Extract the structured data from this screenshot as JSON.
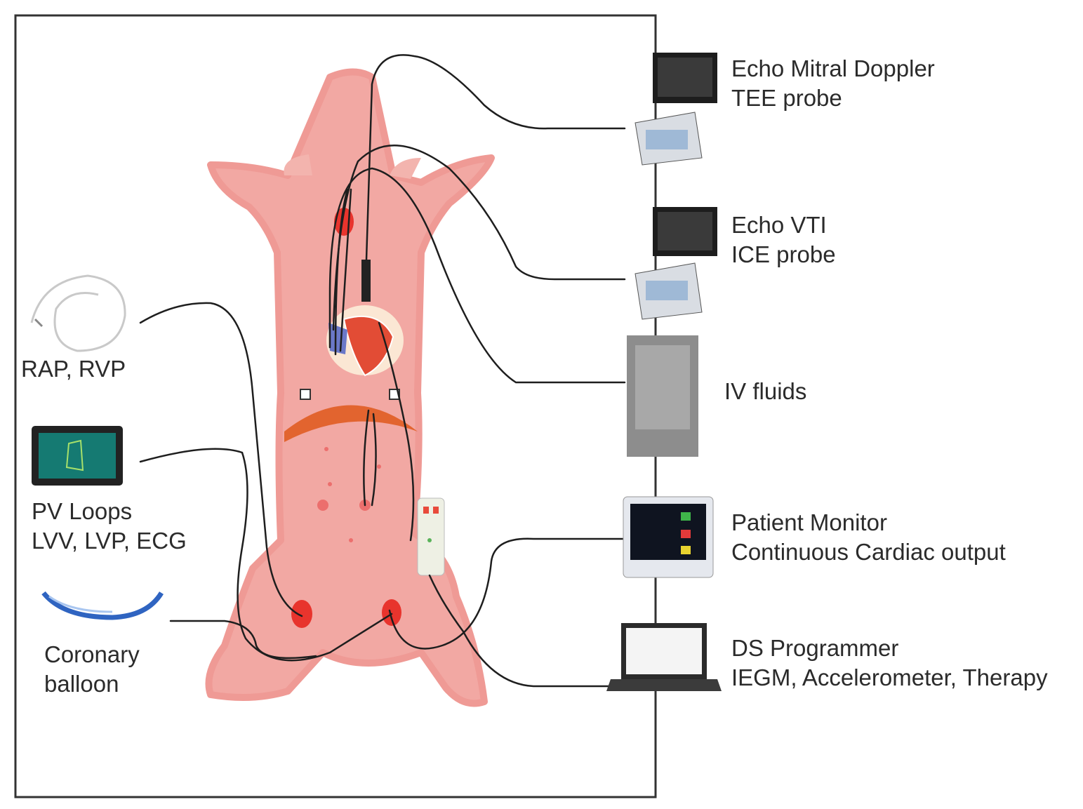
{
  "left_devices": [
    {
      "lines": [
        "RAP, RVP"
      ]
    },
    {
      "lines": [
        "PV Loops",
        "LVV, LVP, ECG"
      ]
    },
    {
      "lines": [
        "Coronary",
        "balloon"
      ]
    }
  ],
  "right_devices": [
    {
      "lines": [
        "Echo Mitral Doppler",
        "TEE probe"
      ]
    },
    {
      "lines": [
        "Echo VTI",
        "ICE probe"
      ]
    },
    {
      "lines": [
        "IV fluids"
      ]
    },
    {
      "lines": [
        "Patient Monitor",
        "Continuous Cardiac output"
      ]
    },
    {
      "lines": [
        "DS Programmer",
        "IEGM, Accelerometer, Therapy"
      ]
    }
  ]
}
